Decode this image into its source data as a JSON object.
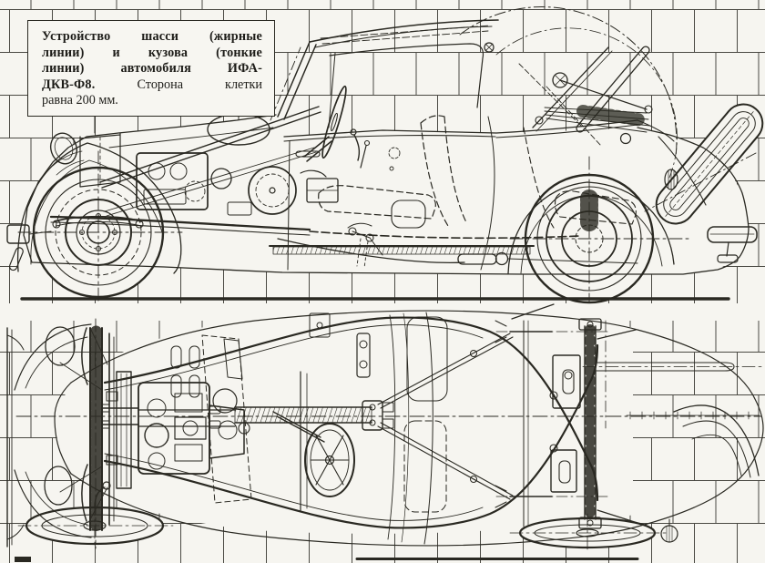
{
  "caption": {
    "line1": "Устройство шасси (жирные",
    "line2": "линии) и кузова (тонкие",
    "line3": "линии) автомобиля ИФА-",
    "line4_bold": "ДКВ-Ф8.",
    "line4_rest": "Сторона клетки",
    "line5": "равна 200 мм.",
    "full_text": "Устройство шасси (жирные линии) и кузова (тонкие линии) автомобиля ИФА-ДКВ-Ф8. Сторона клетки равна 200 мм."
  },
  "colors": {
    "paper": "#f6f5f0",
    "ink": "#2a2922",
    "grid": "#4a4943"
  }
}
